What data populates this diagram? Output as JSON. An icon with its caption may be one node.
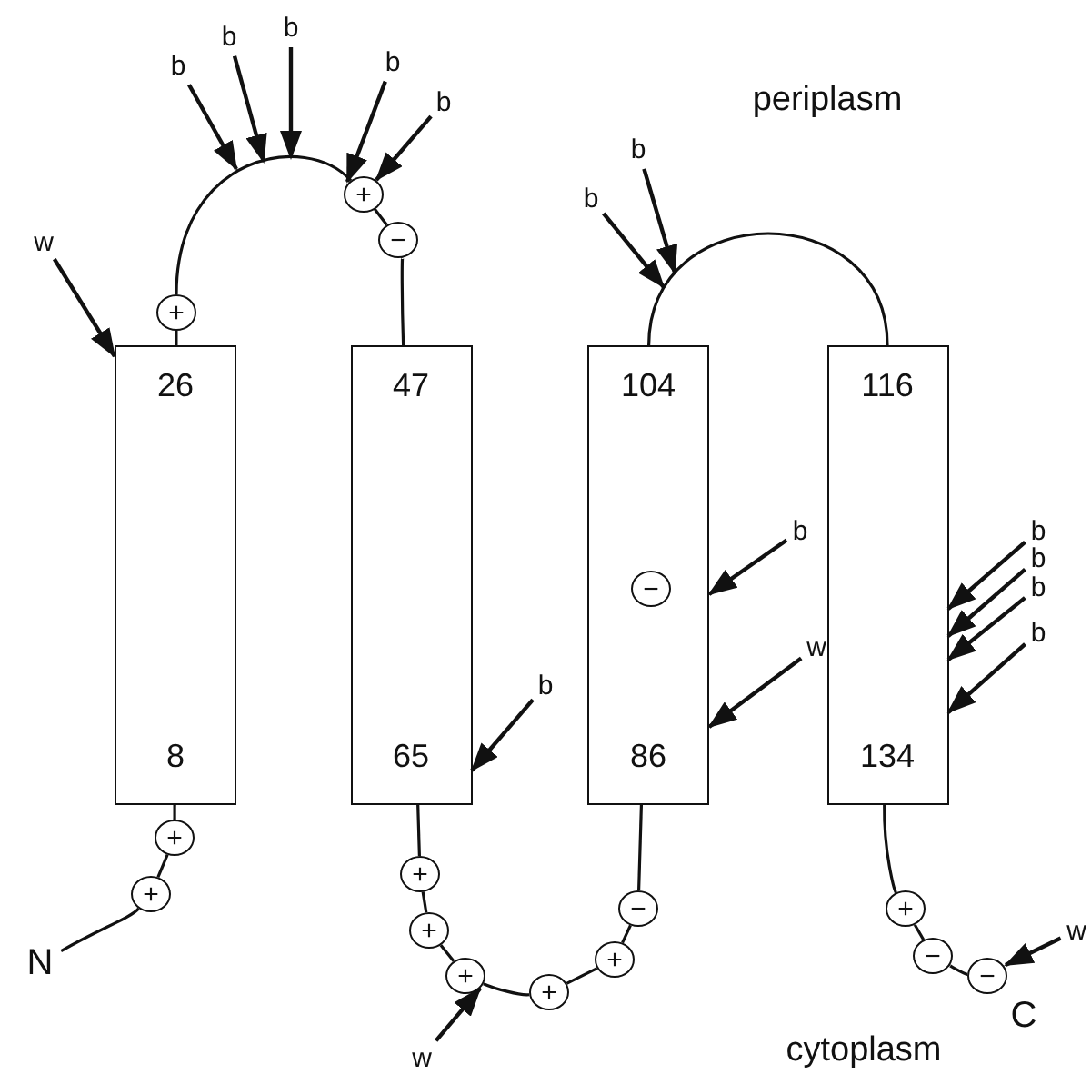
{
  "diagram": {
    "nodes": [
      {
        "text": [
          "26",
          "8"
        ]
      },
      {
        "text": [
          "47",
          "65"
        ]
      },
      {
        "text": [
          "104",
          "86"
        ]
      },
      {
        "text": [
          "116",
          "134"
        ]
      },
      {
        "text": [
          "−"
        ],
        "in": 2
      },
      {
        "text": [
          "+"
        ]
      },
      {
        "text": [
          "+"
        ]
      },
      {
        "text": [
          "−"
        ]
      },
      {
        "text": [
          "+"
        ]
      },
      {
        "text": [
          "+"
        ]
      },
      {
        "text": [
          "+"
        ]
      },
      {
        "text": [
          "+"
        ]
      },
      {
        "text": [
          "+"
        ]
      },
      {
        "text": [
          "+"
        ]
      },
      {
        "text": [
          "+"
        ]
      },
      {
        "text": [
          "−"
        ]
      },
      {
        "text": [
          "+"
        ]
      },
      {
        "text": [
          "−"
        ]
      },
      {
        "text": [
          "−"
        ]
      },
      {
        "text": [
          "N"
        ]
      },
      {
        "text": [
          "w"
        ]
      },
      {
        "text": [
          "b"
        ]
      },
      {
        "text": [
          "b"
        ]
      },
      {
        "text": [
          "b"
        ]
      },
      {
        "text": [
          "b"
        ]
      },
      {
        "text": [
          "b"
        ]
      },
      {
        "text": [
          "b"
        ]
      },
      {
        "text": [
          "b"
        ]
      },
      {
        "text": [
          "b"
        ]
      },
      {
        "text": [
          "b"
        ]
      },
      {
        "text": [
          "w"
        ]
      },
      {
        "text": [
          "b"
        ]
      },
      {
        "text": [
          "b"
        ]
      },
      {
        "text": [
          "b"
        ]
      },
      {
        "text": [
          "b"
        ]
      },
      {
        "text": [
          "w"
        ]
      },
      {
        "text": [
          "w"
        ]
      }
    ],
    "edges": [
      {
        "from": 19,
        "to": 9,
        "arrow": "none"
      },
      {
        "from": 9,
        "to": 8,
        "arrow": "none"
      },
      {
        "from": 8,
        "to": 0,
        "arrow": "none"
      },
      {
        "from": 0,
        "to": 5,
        "arrow": "none"
      },
      {
        "from": 5,
        "to": 6,
        "arrow": "none"
      },
      {
        "from": 6,
        "to": 7,
        "arrow": "none"
      },
      {
        "from": 7,
        "to": 1,
        "arrow": "none"
      },
      {
        "from": 1,
        "to": 10,
        "arrow": "none"
      },
      {
        "from": 10,
        "to": 11,
        "arrow": "none"
      },
      {
        "from": 11,
        "to": 12,
        "arrow": "none"
      },
      {
        "from": 12,
        "to": 13,
        "arrow": "none"
      },
      {
        "from": 13,
        "to": 14,
        "arrow": "none"
      },
      {
        "from": 14,
        "to": 15,
        "arrow": "none"
      },
      {
        "from": 15,
        "to": 2,
        "arrow": "none"
      },
      {
        "from": 2,
        "to": 3,
        "arrow": "none"
      },
      {
        "from": 3,
        "to": 16,
        "arrow": "none"
      },
      {
        "from": 16,
        "to": 17,
        "arrow": "none"
      },
      {
        "from": 17,
        "to": 18,
        "arrow": "none"
      },
      {
        "from": 20,
        "to": 0,
        "arrow": "to"
      },
      {
        "from": 21,
        "to": null,
        "arrow": "to"
      },
      {
        "from": 22,
        "to": null,
        "arrow": "to"
      },
      {
        "from": 23,
        "to": null,
        "arrow": "to"
      },
      {
        "from": 24,
        "to": 6,
        "arrow": "to"
      },
      {
        "from": 25,
        "to": 6,
        "arrow": "to"
      },
      {
        "from": 26,
        "to": null,
        "arrow": "to"
      },
      {
        "from": 27,
        "to": null,
        "arrow": "to"
      },
      {
        "from": 28,
        "to": 2,
        "arrow": "to"
      },
      {
        "from": 29,
        "to": 1,
        "arrow": "to"
      },
      {
        "from": 30,
        "to": 2,
        "arrow": "to"
      },
      {
        "from": 31,
        "to": 3,
        "arrow": "to"
      },
      {
        "from": 32,
        "to": 3,
        "arrow": "to"
      },
      {
        "from": 33,
        "to": 3,
        "arrow": "to"
      },
      {
        "from": 34,
        "to": 3,
        "arrow": "to"
      },
      {
        "from": 35,
        "to": 12,
        "arrow": "to"
      },
      {
        "from": 36,
        "to": 18,
        "arrow": "to"
      }
    ],
    "labels": [
      "periplasm",
      "C",
      "cytoplasm"
    ]
  }
}
